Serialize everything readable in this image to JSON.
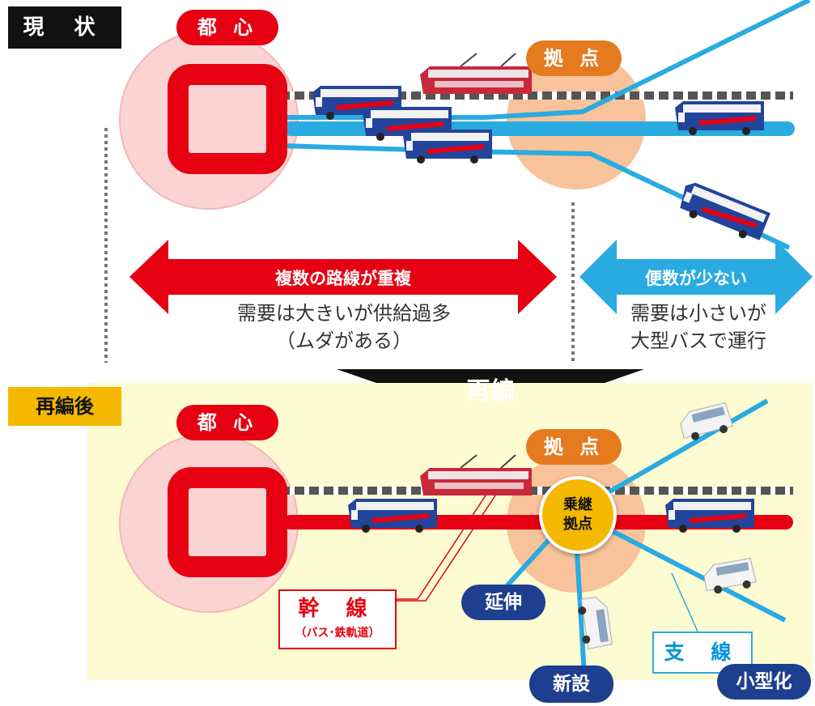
{
  "top": {
    "tag": "現 状",
    "center_label": "都 心",
    "hub_label": "拠 点",
    "left_arrow_text": "複数の路線が重複",
    "left_caption_line1": "需要は大きいが供給過多",
    "left_caption_line2": "（ムダがある）",
    "right_arrow_text": "便数が少ない",
    "right_caption_line1": "需要は小さいが",
    "right_caption_line2": "大型バスで運行"
  },
  "transition": {
    "label": "再編"
  },
  "bottom": {
    "tag": "再編後",
    "center_label": "都 心",
    "hub_label": "拠 点",
    "transfer_hub_line1": "乗継",
    "transfer_hub_line2": "拠点",
    "trunk_label": "幹 線",
    "trunk_sub": "（バス･鉄軌道）",
    "branch_label": "支 線",
    "extend_label": "延伸",
    "new_label": "新設",
    "downsize_label": "小型化"
  },
  "colors": {
    "red": "#e60012",
    "light_blue": "#29abe2",
    "navy": "#1e3f8f",
    "orange": "#e57a1f",
    "yellow_bg": "#fdfbd2",
    "hub_yellow": "#f5b800",
    "pink_circle": "#fbd3d3",
    "orange_circle": "#f8c29a"
  }
}
